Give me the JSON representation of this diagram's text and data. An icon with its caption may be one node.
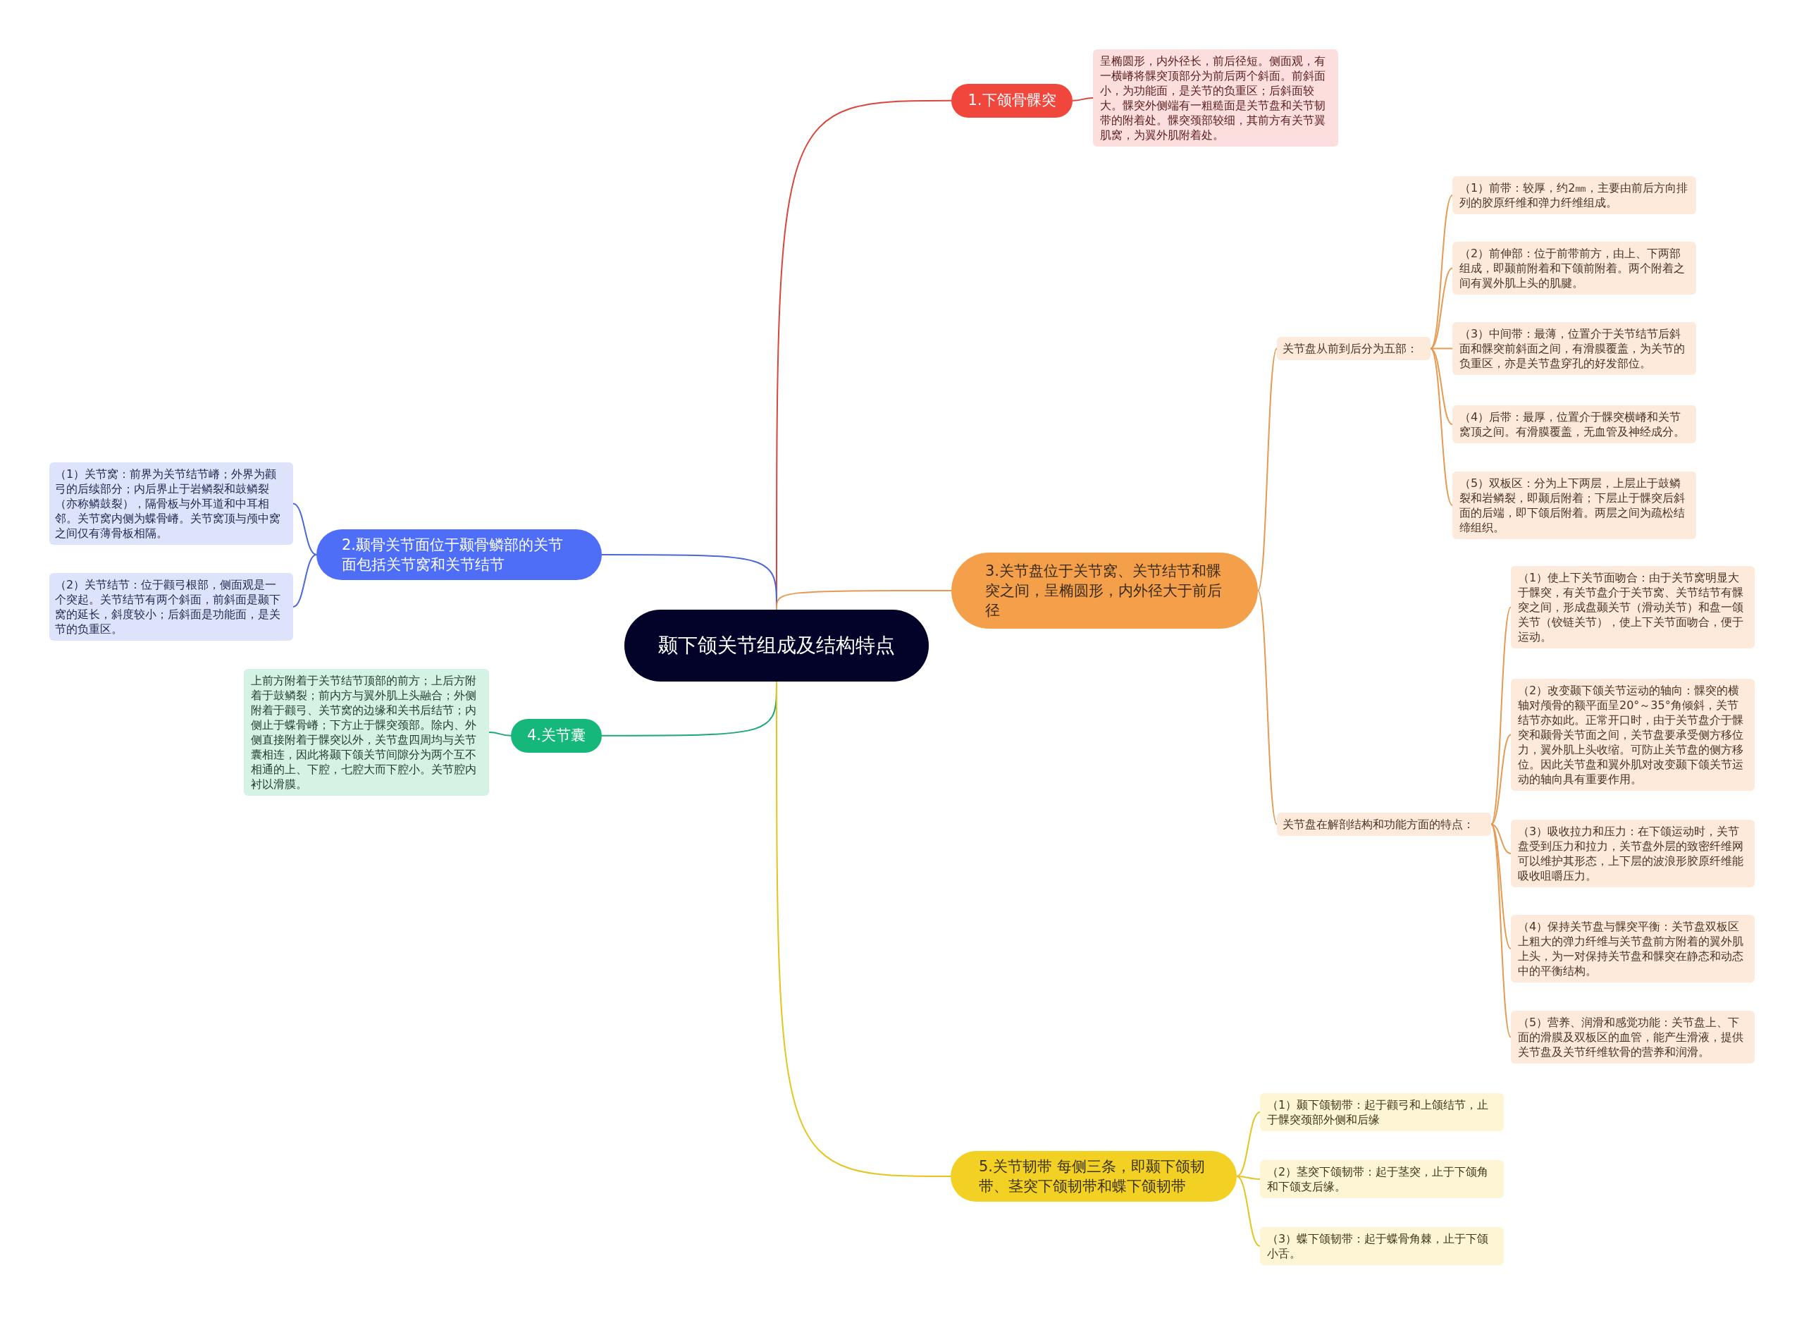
{
  "diagram": {
    "nodes": [
      {
        "text": [
          "颞下颌关节组成及结构特点"
        ]
      },
      {
        "text": [
          "1.下颌骨髁突"
        ]
      },
      {
        "text": [
          "呈椭圆形，内外径长，前后径短。侧面观，有一横嵴将髁突顶部分为前后两个斜面。前斜面小，为功能面，是关节的负重区；后斜面较大。髁突外侧端有一粗糙面是关节盘和关节韧带的附着处。髁突颈部较细，其前方有关节翼肌窝，为翼外肌附着处。"
        ]
      },
      {
        "text": [
          "2.颞骨关节面位于颞骨鳞部的关节面包括关节窝和关节结节"
        ]
      },
      {
        "text": [
          "（1）关节窝：前界为关节结节嵴；外界为颧弓的后续部分；内后界止于岩鳞裂和鼓鳞裂（亦称鳞鼓裂），隔骨板与外耳道和中耳相邻。关节窝内侧为蝶骨嵴。关节窝顶与颅中窝之间仅有薄骨板相隔。"
        ]
      },
      {
        "text": [
          "（2）关节结节：位于颧弓根部，侧面观是一个突起。关节结节有两个斜面，前斜面是颞下窝的延长，斜度较小；后斜面是功能面，是关节的负重区。"
        ]
      },
      {
        "text": [
          "3.关节盘位于关节窝、关节结节和髁突之间，呈椭圆形，内外径大于前后径"
        ]
      },
      {
        "text": [
          "关节盘从前到后分为五部："
        ]
      },
      {
        "text": [
          "（1）前带：较厚，约2㎜，主要由前后方向排列的胶原纤维和弹力纤维组成。"
        ]
      },
      {
        "text": [
          "（2）前伸部：位于前带前方，由上、下两部组成，即颞前附着和下颌前附着。两个附着之间有翼外肌上头的肌腱。"
        ]
      },
      {
        "text": [
          "（3）中间带：最薄，位置介于关节结节后斜面和髁突前斜面之间，有滑膜覆盖，为关节的负重区，亦是关节盘穿孔的好发部位。"
        ]
      },
      {
        "text": [
          "（4）后带：最厚，位置介于髁突横嵴和关节窝顶之间。有滑膜覆盖，无血管及神经成分。"
        ]
      },
      {
        "text": [
          "（5）双板区：分为上下两层，上层止于鼓鳞裂和岩鳞裂，即颞后附着；下层止于髁突后斜面的后端，即下颌后附着。两层之间为疏松结缔组织。"
        ]
      },
      {
        "text": [
          "关节盘在解剖结构和功能方面的特点："
        ]
      },
      {
        "text": [
          "（1）使上下关节面吻合：由于关节窝明显大于髁突，有关节盘介于关节窝、关节结节有髁突之间，形成盘颞关节（滑动关节）和盘一颌关节（铰链关节），使上下关节面吻合，便于运动。"
        ]
      },
      {
        "text": [
          "（2）改变颞下颌关节运动的轴向：髁突的横轴对颅骨的额平面呈20°～35°角倾斜，关节结节亦如此。正常开口时，由于关节盘介于髁突和颞骨关节面之间，关节盘要承受侧方移位力，翼外肌上头收缩。可防止关节盘的侧方移位。因此关节盘和翼外肌对改变颞下颌关节运动的轴向具有重要作用。"
        ]
      },
      {
        "text": [
          "（3）吸收拉力和压力：在下颌运动时，关节盘受到压力和拉力，关节盘外层的致密纤维网可以维护其形态，上下层的波浪形胶原纤维能吸收咀嚼压力。"
        ]
      },
      {
        "text": [
          "（4）保持关节盘与髁突平衡：关节盘双板区上粗大的弹力纤维与关节盘前方附着的翼外肌上头，为一对保持关节盘和髁突在静态和动态中的平衡结构。"
        ]
      },
      {
        "text": [
          "（5）营养、润滑和感觉功能：关节盘上、下面的滑膜及双板区的血管，能产生滑液，提供关节盘及关节纤维软骨的营养和润滑。"
        ]
      },
      {
        "text": [
          "4.关节囊"
        ]
      },
      {
        "text": [
          "上前方附着于关节结节顶部的前方；上后方附着于鼓鳞裂；前内方与翼外肌上头融合；外侧附着于颧弓、关节窝的边缘和关书后结节；内侧止于蝶骨嵴；下方止于髁突颈部。除内、外侧直接附着于髁突以外，关节盘四周均与关节囊相连，因此将颞下颌关节间隙分为两个互不相通的上、下腔，七腔大而下腔小。关节腔内衬以滑膜。"
        ]
      },
      {
        "text": [
          "5.关节韧带  每侧三条，即颞下颌韧带、茎突下颌韧带和蝶下颌韧带"
        ]
      },
      {
        "text": [
          "（1）颞下颌韧带：起于颧弓和上颌结节，止于髁突颈部外侧和后缘"
        ]
      },
      {
        "text": [
          "（2）茎突下颌韧带：起于茎突，止于下颌角和下颌支后缘。"
        ]
      },
      {
        "text": [
          "（3）蝶下颌韧带：起于蝶骨角棘，止于下颌小舌。"
        ]
      }
    ],
    "edges": [
      {
        "from": 0,
        "to": 1,
        "arrow": "none",
        "color": "#d9463b"
      },
      {
        "from": 1,
        "to": 2,
        "arrow": "none",
        "color": "#d9463b"
      },
      {
        "from": 0,
        "to": 3,
        "arrow": "none",
        "color": "#4a68d8"
      },
      {
        "from": 3,
        "to": 4,
        "arrow": "none",
        "color": "#4a68d8"
      },
      {
        "from": 3,
        "to": 5,
        "arrow": "none",
        "color": "#4a68d8"
      },
      {
        "from": 0,
        "to": 6,
        "arrow": "none"
      },
      {
        "from": 6,
        "to": 7,
        "arrow": "none"
      },
      {
        "from": 7,
        "to": 8,
        "arrow": "none"
      },
      {
        "from": 7,
        "to": 9,
        "arrow": "none"
      },
      {
        "from": 7,
        "to": 10,
        "arrow": "none"
      },
      {
        "from": 7,
        "to": 11,
        "arrow": "none"
      },
      {
        "from": 7,
        "to": 12,
        "arrow": "none"
      },
      {
        "from": 6,
        "to": 13,
        "arrow": "none"
      },
      {
        "from": 13,
        "to": 14,
        "arrow": "none"
      },
      {
        "from": 13,
        "to": 15,
        "arrow": "none"
      },
      {
        "from": 13,
        "to": 16,
        "arrow": "none"
      },
      {
        "from": 13,
        "to": 17,
        "arrow": "none"
      },
      {
        "from": 13,
        "to": 18,
        "arrow": "none"
      },
      {
        "from": 0,
        "to": 19,
        "arrow": "none",
        "color": "#1aa873"
      },
      {
        "from": 19,
        "to": 20,
        "arrow": "none",
        "color": "#1aa873"
      },
      {
        "from": 0,
        "to": 21,
        "arrow": "none",
        "color": "#e5c420"
      },
      {
        "from": 21,
        "to": 22,
        "arrow": "none",
        "color": "#e5c420"
      },
      {
        "from": 21,
        "to": 23,
        "arrow": "none",
        "color": "#e5c420"
      },
      {
        "from": 21,
        "to": 24,
        "arrow": "none",
        "color": "#e5c420"
      }
    ]
  }
}
